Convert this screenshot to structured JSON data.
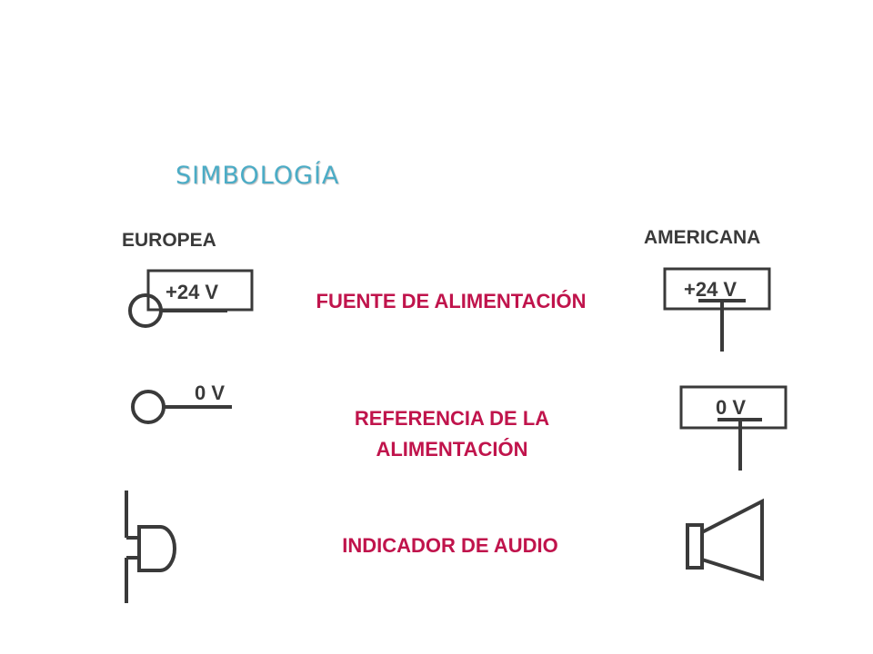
{
  "title": "SIMBOLOGÍA",
  "columns": {
    "europe": "EUROPEA",
    "america": "AMERICANA"
  },
  "rows": [
    {
      "description": "FUENTE DE ALIMENTACIÓN",
      "europe_label": "+24 V",
      "america_label": "+24 V"
    },
    {
      "description": "REFERENCIA DE LA ALIMENTACIÓN",
      "europe_label": "0 V",
      "america_label": "0 V"
    },
    {
      "description": "INDICADOR DE AUDIO"
    }
  ],
  "colors": {
    "title": "#4bacc6",
    "description": "#c0144c",
    "symbol": "#3a3a3a"
  }
}
